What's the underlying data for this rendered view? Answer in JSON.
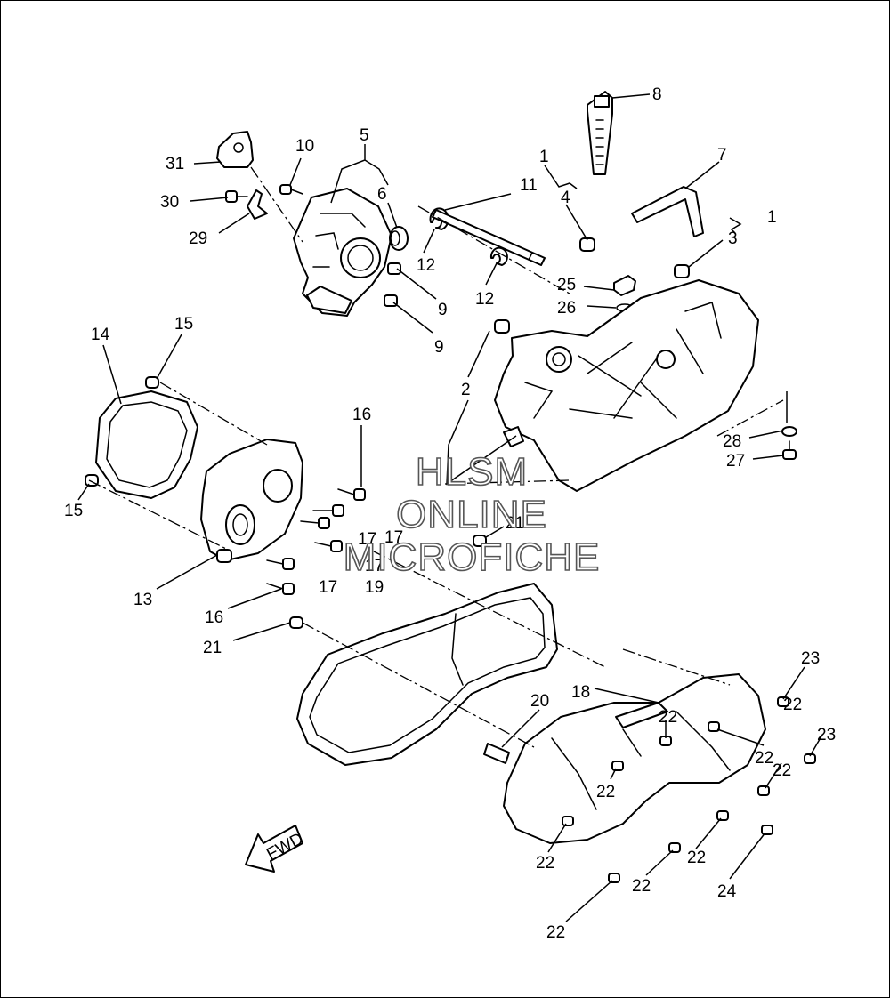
{
  "watermark": {
    "line1": "HLSM",
    "line2": "ONLINE",
    "line3": "MICROFICHE"
  },
  "fwd_label": "FWD",
  "callouts": {
    "c8": "8",
    "c7": "7",
    "c1a": "1",
    "c4": "4",
    "c1b": "1",
    "c3": "3",
    "c31": "31",
    "c10": "10",
    "c5": "5",
    "c6": "6",
    "c11": "11",
    "c30": "30",
    "c29": "29",
    "c12a": "12",
    "c12b": "12",
    "c9a": "9",
    "c9b": "9",
    "c25": "25",
    "c26": "26",
    "c2": "2",
    "c28": "28",
    "c27": "27",
    "c14": "14",
    "c15a": "15",
    "c15b": "15",
    "c16a": "16",
    "c16b": "16",
    "c17a": "17",
    "c17b": "17",
    "c17c": "17",
    "c17d": "17",
    "c13": "13",
    "c21a": "21",
    "c21b": "21",
    "c19": "19",
    "c18": "18",
    "c20": "20",
    "c23a": "23",
    "c23b": "23",
    "c22a": "22",
    "c22b": "22",
    "c22c": "22",
    "c22d": "22",
    "c22e": "22",
    "c22f": "22",
    "c22g": "22",
    "c22h": "22",
    "c24": "24"
  }
}
